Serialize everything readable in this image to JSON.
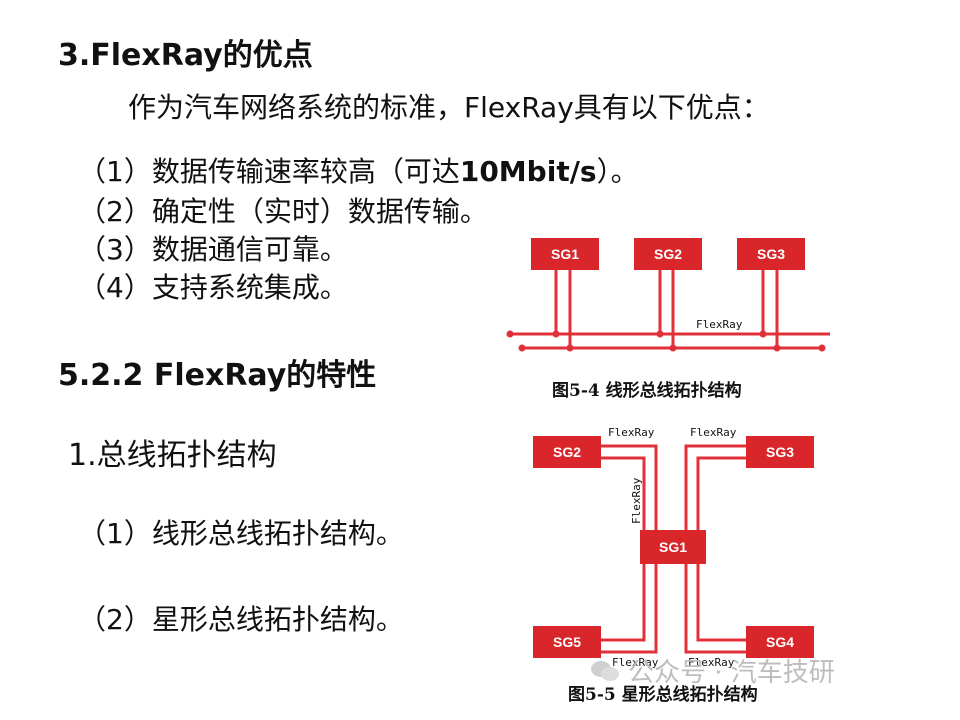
{
  "heading_flexray": "3.FlexRay的优点",
  "intro": "作为汽车网络系统的标准，FlexRay具有以下优点：",
  "advantages": [
    {
      "num": "（1）",
      "text": "数据传输速率较高（可达",
      "bold": "10Mbit/s",
      "tail": "）。"
    },
    {
      "num": "（2）",
      "text": "确定性（实时）数据传输。"
    },
    {
      "num": "（3）",
      "text": "数据通信可靠。"
    },
    {
      "num": "（4）",
      "text": "支持系统集成。"
    }
  ],
  "heading_section": "5.2.2 FlexRay的特性",
  "heading_topology": "1.总线拓扑结构",
  "topologies": [
    {
      "num": "（1）",
      "text": "线形总线拓扑结构。"
    },
    {
      "num": "（2）",
      "text": "星形总线拓扑结构。"
    }
  ],
  "figure_linear": {
    "caption": "图5-4  线形总线拓扑结构",
    "nodes": [
      "SG1",
      "SG2",
      "SG3"
    ],
    "bus_label": "FlexRay"
  },
  "figure_star": {
    "caption": "图5-5  星形总线拓扑结构",
    "center": "SG1",
    "nodes": [
      "SG2",
      "SG3",
      "SG5",
      "SG4"
    ],
    "bus_label": "FlexRay"
  },
  "watermark": "公众号 · 汽车技研",
  "colors": {
    "node_fill": "#d9262b",
    "bus_line": "#e0303a",
    "node_text": "#ffffff"
  }
}
